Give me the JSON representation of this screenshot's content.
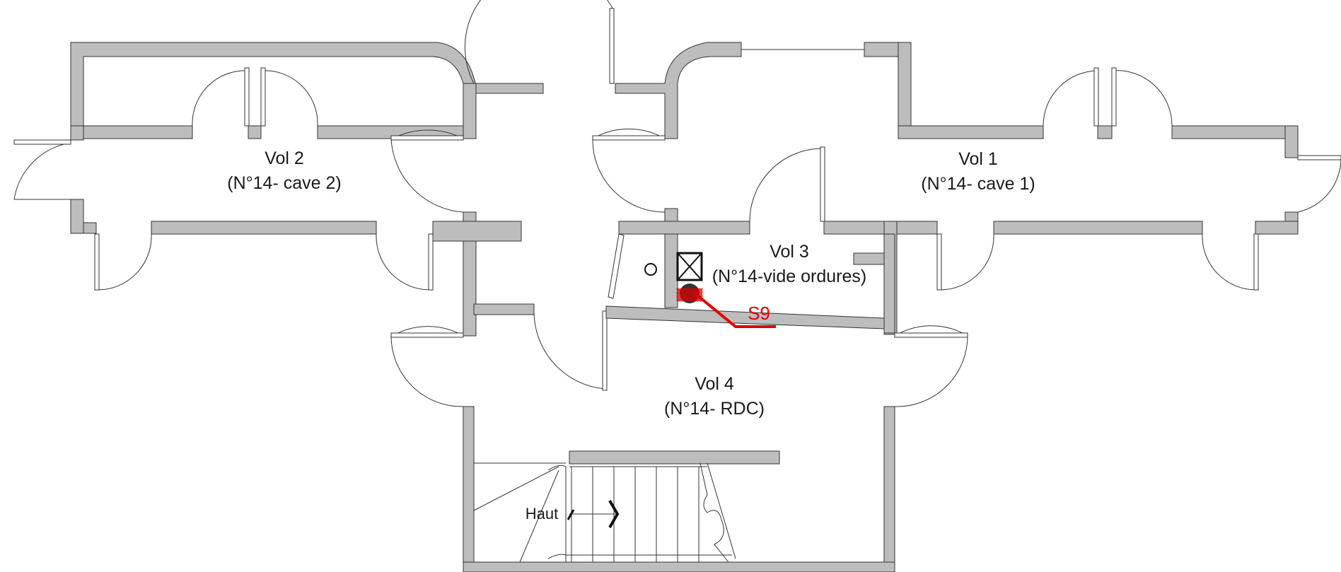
{
  "rooms": [
    {
      "id": "vol2",
      "name": "Vol 2",
      "desc": "(N°14- cave 2)"
    },
    {
      "id": "vol1",
      "name": "Vol 1",
      "desc": "(N°14- cave 1)"
    },
    {
      "id": "vol3",
      "name": "Vol 3",
      "desc": "(N°14-vide ordures)"
    },
    {
      "id": "vol4",
      "name": "Vol 4",
      "desc": "(N°14- RDC)"
    }
  ],
  "stair_label": "Haut",
  "marker": {
    "label": "S9",
    "color": "#e00000"
  },
  "colors": {
    "wall": "#bdbdbd",
    "outline": "#333333",
    "marker": "#e00000"
  }
}
